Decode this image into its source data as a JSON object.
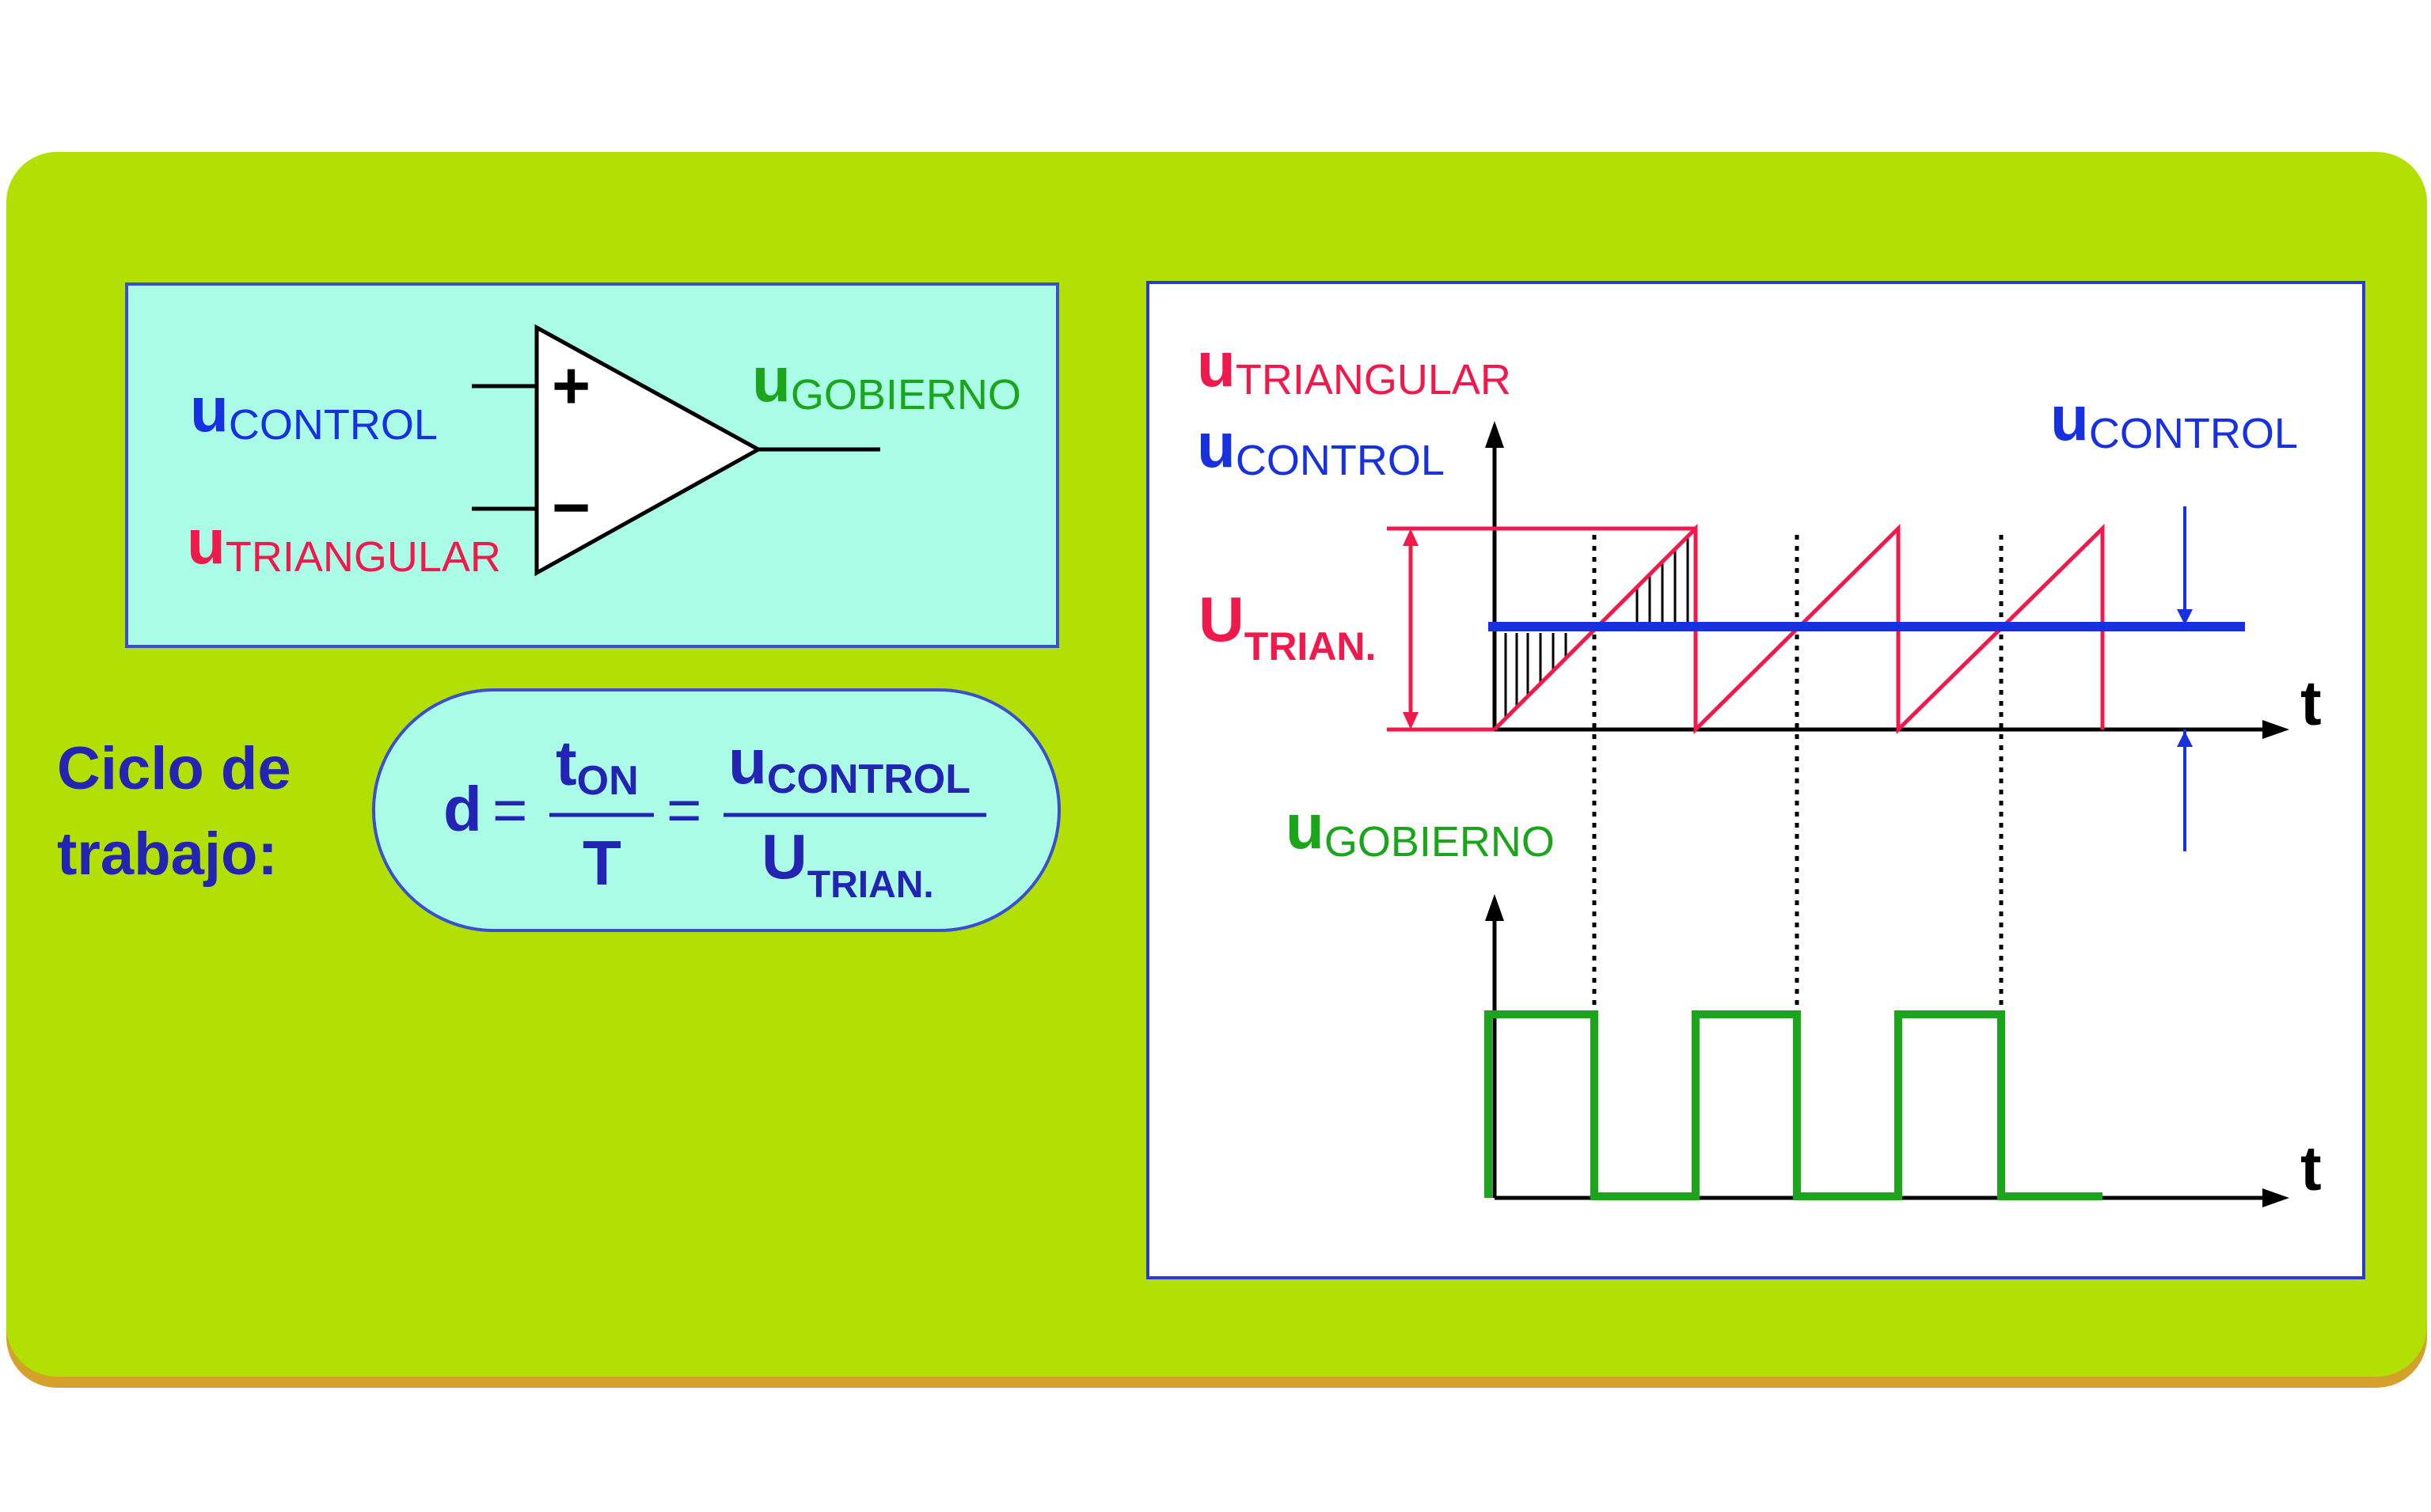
{
  "colors": {
    "panel": "#b2df04",
    "panel_shadow": "#d4a12a",
    "light_box": "#aafce6",
    "border": "#3a4fd0",
    "control": "#1730e0",
    "triangular": "#f0194c",
    "gobierno": "#1aa51a",
    "text_dark": "#2424b4"
  },
  "comparator": {
    "input_plus_label": {
      "main": "u",
      "sub": "CONTROL"
    },
    "input_minus_label": {
      "main": "u",
      "sub": "TRIANGULAR"
    },
    "output_label": {
      "main": "u",
      "sub": "GOBIERNO"
    },
    "plus_sign": "+",
    "minus_sign": "−"
  },
  "duty_cycle": {
    "label_line1": "Ciclo de",
    "label_line2": "trabajo:",
    "d": "d",
    "eq1": "=",
    "eq2": "=",
    "t_main": "t",
    "t_sub": "ON",
    "T": "T",
    "num_main": "u",
    "num_sub": "CONTROL",
    "den_main": "U",
    "den_sub": "TRIAN."
  },
  "waveforms": {
    "top_label1": {
      "main": "u",
      "sub": "TRIANGULAR"
    },
    "top_label2": {
      "main": "u",
      "sub": "CONTROL"
    },
    "right_label": {
      "main": "u",
      "sub": "CONTROL"
    },
    "amplitude_label": {
      "main": "U",
      "sub": "TRIAN."
    },
    "t_axis1": "t",
    "bottom_label": {
      "main": "u",
      "sub": "GOBIERNO"
    },
    "t_axis2": "t"
  }
}
